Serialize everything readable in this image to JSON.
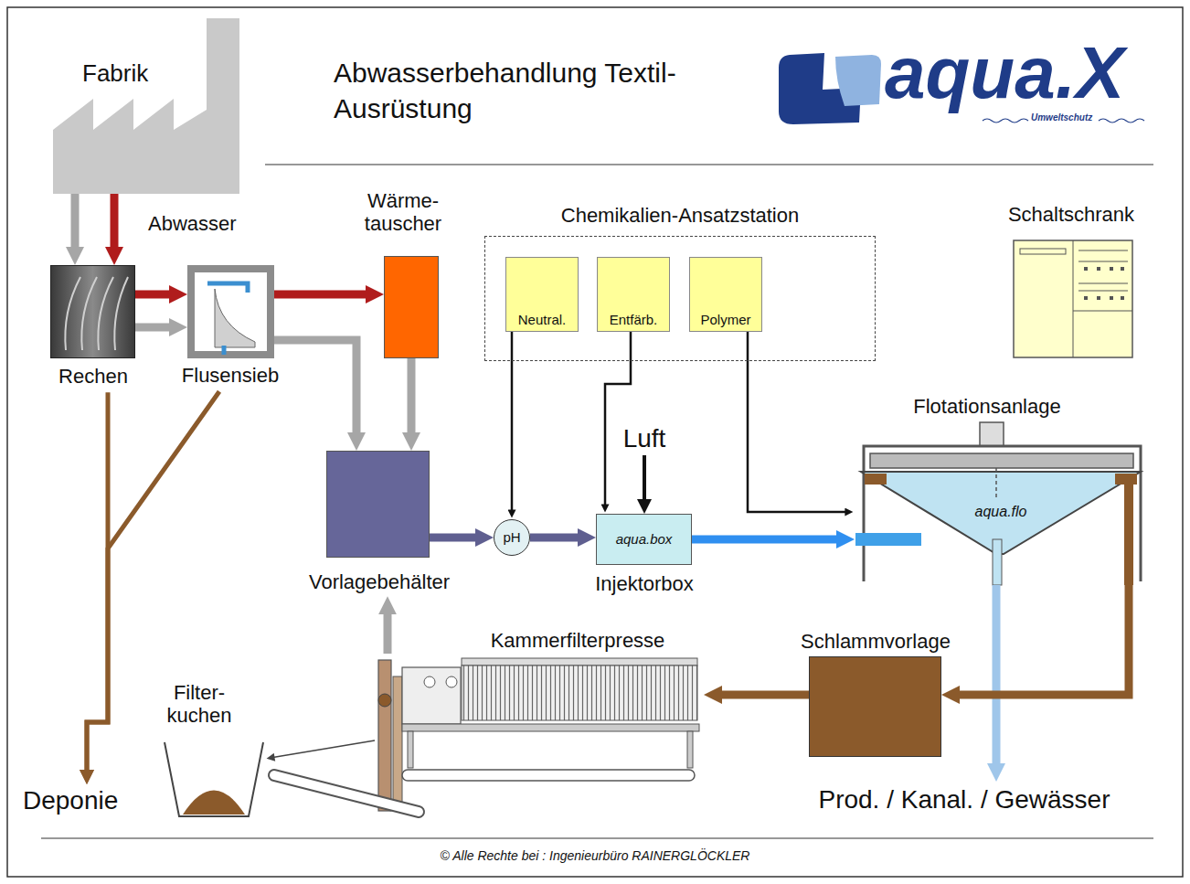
{
  "diagram": {
    "title": "Abwasserbehandlung Textil-Ausrüstung",
    "caption": "© Alle Rechte bei : Ingenieurbüro RAINERGLÖCKLER",
    "nodes": [
      {
        "text": [
          "Fabrik"
        ]
      },
      {
        "text": [
          "Rechen"
        ]
      },
      {
        "text": [
          "Flusensieb"
        ]
      },
      {
        "text": [
          "Wärme- tauscher"
        ]
      },
      {
        "text": [
          "Chemikalien-Ansatzstation"
        ]
      },
      {
        "text": [
          "Neutral."
        ],
        "in": 4
      },
      {
        "text": [
          "Entfärb."
        ],
        "in": 4
      },
      {
        "text": [
          "Polymer"
        ],
        "in": 4
      },
      {
        "text": [
          "Schaltschrank"
        ]
      },
      {
        "text": [
          "Luft"
        ]
      },
      {
        "text": [
          "Vorlagebehälter"
        ]
      },
      {
        "text": [
          "pH"
        ]
      },
      {
        "text": [
          "aqua.box",
          "Injektorbox"
        ]
      },
      {
        "text": [
          "Flotationsanlage",
          "aqua.flo"
        ]
      },
      {
        "text": [
          "Kammerfilterpresse"
        ]
      },
      {
        "text": [
          "Schlammvorlage"
        ]
      },
      {
        "text": [
          "Filter- kuchen"
        ]
      },
      {
        "text": [
          "Deponie"
        ]
      },
      {
        "text": [
          "Prod. / Kanal. / Gewässer"
        ]
      }
    ],
    "edges": [
      {
        "from": 0,
        "to": 1,
        "arrow": "to"
      },
      {
        "from": 0,
        "to": 1,
        "arrow": "to"
      },
      {
        "from": 1,
        "to": 2,
        "arrow": "to"
      },
      {
        "from": 1,
        "to": 2,
        "arrow": "to"
      },
      {
        "from": 2,
        "to": 3,
        "arrow": "to"
      },
      {
        "from": 2,
        "to": 10,
        "arrow": "to"
      },
      {
        "from": 3,
        "to": 10,
        "arrow": "to"
      },
      {
        "from": 1,
        "to": 17,
        "arrow": "to"
      },
      {
        "from": 2,
        "to": 17,
        "arrow": "to"
      },
      {
        "from": 5,
        "to": 11,
        "arrow": "to"
      },
      {
        "from": 6,
        "to": 12,
        "arrow": "to"
      },
      {
        "from": 7,
        "to": 13,
        "arrow": "to"
      },
      {
        "from": 9,
        "to": 12,
        "arrow": "to"
      },
      {
        "from": 10,
        "to": 11,
        "arrow": "to"
      },
      {
        "from": 11,
        "to": 12,
        "arrow": "to"
      },
      {
        "from": 12,
        "to": 13,
        "arrow": "to"
      },
      {
        "from": 13,
        "to": 18,
        "arrow": "to"
      },
      {
        "from": 13,
        "to": 15,
        "arrow": "to"
      },
      {
        "from": 15,
        "to": 14,
        "arrow": "to"
      },
      {
        "from": 14,
        "to": 10,
        "arrow": "to"
      },
      {
        "from": 14,
        "to": 16,
        "arrow": "to"
      }
    ],
    "labels": [
      "Abwasser",
      "aqua.X",
      "Umweltschutz"
    ]
  }
}
